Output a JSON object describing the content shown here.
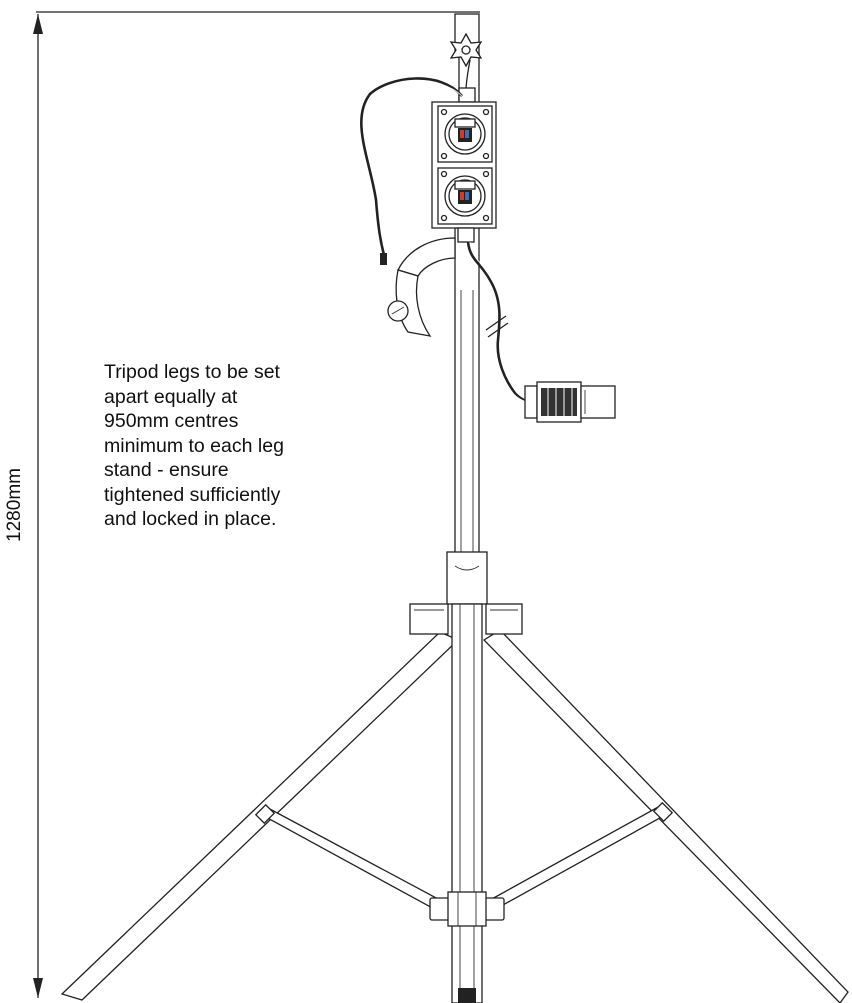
{
  "dimension": {
    "height_label": "1280mm"
  },
  "note": {
    "lines": [
      "Tripod legs to be set",
      "apart equally at",
      "950mm centres",
      "minimum to each leg",
      "stand - ensure",
      "tightened sufficiently",
      "and locked in place."
    ]
  },
  "colors": {
    "line": "#222222",
    "background": "#ffffff",
    "socket_red": "#d23a2a",
    "socket_blue": "#3b6fb8"
  }
}
